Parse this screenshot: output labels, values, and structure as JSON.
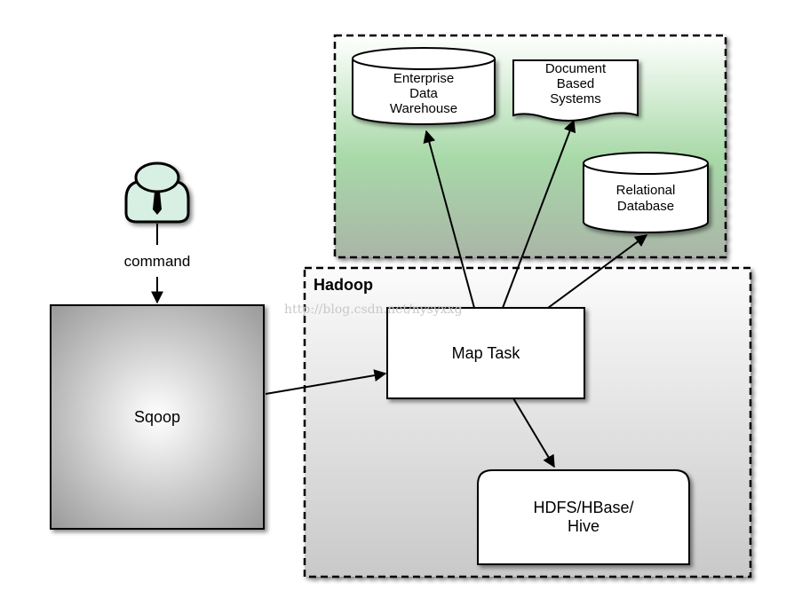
{
  "diagram": {
    "user_label": "command",
    "sqoop_label": "Sqoop",
    "hadoop_label": "Hadoop",
    "map_task_label": "Map Task",
    "hdfs_label_line1": "HDFS/HBase/",
    "hdfs_label_line2": "Hive",
    "sources": {
      "edw": [
        "Enterprise",
        "Data",
        "Warehouse"
      ],
      "doc": [
        "Document",
        "Based",
        "Systems"
      ],
      "rdb": [
        "Relational",
        "Database"
      ]
    },
    "watermark": "http://blog.csdn.net/nysyxxg"
  }
}
